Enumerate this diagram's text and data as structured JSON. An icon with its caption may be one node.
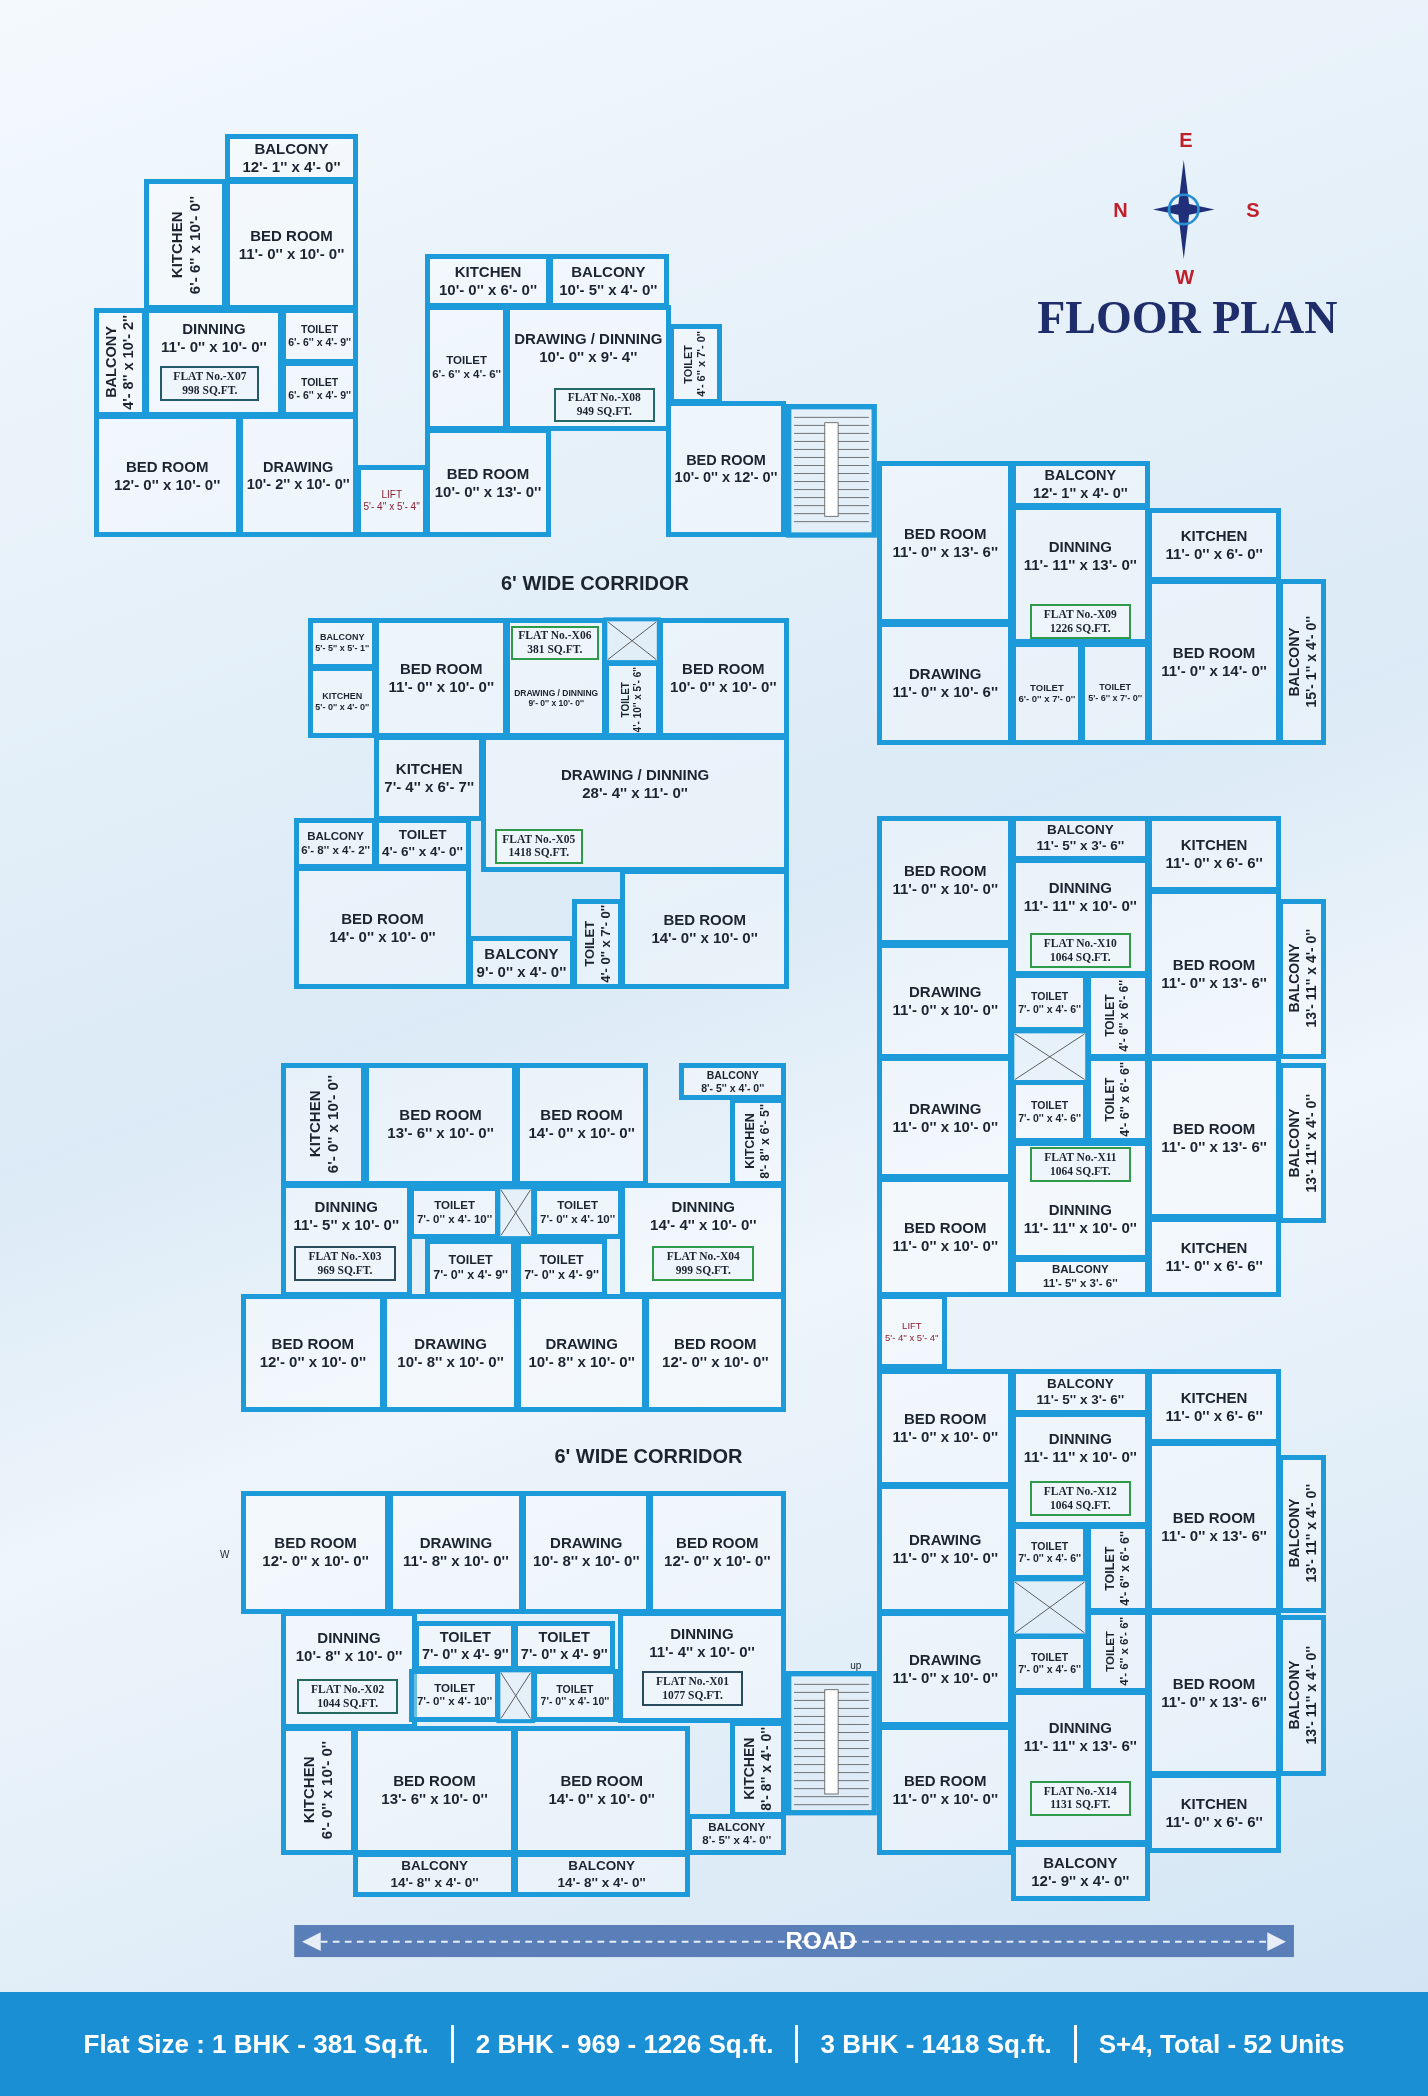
{
  "diagram": {
    "title": "FLOOR PLAN",
    "nodes": [
      {
        "text": [
          "BALCONY",
          "12'- 1'' x 4'- 0''"
        ]
      },
      {
        "text": [
          "KITCHEN",
          "6'- 6'' x 10'- 0''"
        ]
      },
      {
        "text": [
          "BED ROOM",
          "11'- 0'' x 10'- 0''"
        ]
      },
      {
        "text": [
          "BALCONY",
          "4'- 8'' x 10'- 2''"
        ]
      },
      {
        "text": [
          "DINNING",
          "11'- 0'' x 10'- 0''"
        ]
      },
      {
        "text": [
          "FLAT No.-X07",
          "998 SQ.FT."
        ],
        "in": 4
      },
      {
        "text": [
          "TOILET",
          "6'- 6'' x 4'- 9''"
        ]
      },
      {
        "text": [
          "TOILET",
          "6'- 6'' x 4'- 9''"
        ]
      },
      {
        "text": [
          "BED ROOM",
          "12'- 0'' x 10'- 0''"
        ]
      },
      {
        "text": [
          "DRAWING",
          "10'- 2'' x 10'- 0''"
        ]
      },
      {
        "text": [
          "LIFT",
          "5'- 4'' x 5'- 4''"
        ]
      },
      {
        "text": [
          "KITCHEN",
          "10'- 0'' x 6'- 0''"
        ]
      },
      {
        "text": [
          "BALCONY",
          "10'- 5'' x 4'- 0''"
        ]
      },
      {
        "text": [
          "TOILET",
          "6'- 6'' x 4'- 6''"
        ]
      },
      {
        "text": [
          "DRAWING / DINNING",
          "10'- 0'' x 9'- 4''"
        ]
      },
      {
        "text": [
          "FLAT No.-X08",
          "949 SQ.FT."
        ],
        "in": 14
      },
      {
        "text": [
          "TOILET",
          "4'- 6'' x 7'- 0''"
        ]
      },
      {
        "text": [
          "BED ROOM",
          "10'- 0'' x 13'- 0''"
        ]
      },
      {
        "text": [
          "BED ROOM",
          "10'- 0'' x 12'- 0''"
        ]
      },
      {
        "text": [
          "BALCONY",
          "5'- 5'' x 5'- 1''"
        ]
      },
      {
        "text": [
          "KITCHEN",
          "5'- 0'' x 4'- 0''"
        ]
      },
      {
        "text": [
          "BED ROOM",
          "11'- 0'' x 10'- 0''"
        ]
      },
      {
        "text": [
          "DRAWING / DINNING",
          "9'- 0'' x 10'- 0''"
        ]
      },
      {
        "text": [
          "FLAT No.-X06",
          "381 SQ.FT."
        ],
        "in": 22
      },
      {
        "text": [
          "TOILET",
          "4'- 10'' x 5'- 6''"
        ]
      },
      {
        "text": [
          "BED ROOM",
          "10'- 0'' x 10'- 0''"
        ]
      },
      {
        "text": [
          "KITCHEN",
          "7'- 4'' x 6'- 7''"
        ]
      },
      {
        "text": [
          "DRAWING / DINNING",
          "28'- 4'' x 11'- 0''"
        ]
      },
      {
        "text": [
          "FLAT No.-X05",
          "1418 SQ.FT."
        ],
        "in": 27
      },
      {
        "text": [
          "BALCONY",
          "6'- 8'' x 4'- 2''"
        ]
      },
      {
        "text": [
          "TOILET",
          "4'- 6'' x 4'- 0''"
        ]
      },
      {
        "text": [
          "BED ROOM",
          "14'- 0'' x 10'- 0''"
        ]
      },
      {
        "text": [
          "BALCONY",
          "9'- 0'' x 4'- 0''"
        ]
      },
      {
        "text": [
          "TOILET",
          "4'- 0'' x 7'- 0''"
        ]
      },
      {
        "text": [
          "BED ROOM",
          "14'- 0'' x 10'- 0''"
        ]
      },
      {
        "text": [
          "KITCHEN",
          "6'- 0'' x 10'- 0''"
        ]
      },
      {
        "text": [
          "BED ROOM",
          "13'- 6'' x 10'- 0''"
        ]
      },
      {
        "text": [
          "BED ROOM",
          "14'- 0'' x 10'- 0''"
        ]
      },
      {
        "text": [
          "BALCONY",
          "8'- 5'' x 4'- 0''"
        ]
      },
      {
        "text": [
          "KITCHEN",
          "8'- 8'' x 6'- 5''"
        ]
      },
      {
        "text": [
          "DINNING",
          "11'- 5'' x 10'- 0''"
        ]
      },
      {
        "text": [
          "FLAT No.-X03",
          "969 SQ.FT."
        ],
        "in": 40
      },
      {
        "text": [
          "TOILET",
          "7'- 0'' x 4'- 10''"
        ]
      },
      {
        "text": [
          "TOILET",
          "7'- 0'' x 4'- 9''"
        ]
      },
      {
        "text": [
          "TOILET",
          "7'- 0'' x 4'- 10''"
        ]
      },
      {
        "text": [
          "TOILET",
          "7'- 0'' x 4'- 9''"
        ]
      },
      {
        "text": [
          "DINNING",
          "14'- 4'' x 10'- 0''"
        ]
      },
      {
        "text": [
          "FLAT No.-X04",
          "999 SQ.FT."
        ],
        "in": 46
      },
      {
        "text": [
          "BED ROOM",
          "12'- 0'' x 10'- 0''"
        ]
      },
      {
        "text": [
          "DRAWING",
          "10'- 8'' x 10'- 0''"
        ]
      },
      {
        "text": [
          "DRAWING",
          "10'- 8'' x 10'- 0''"
        ]
      },
      {
        "text": [
          "BED ROOM",
          "12'- 0'' x 10'- 0''"
        ]
      },
      {
        "text": [
          "BED ROOM",
          "12'- 0'' x 10'- 0''"
        ]
      },
      {
        "text": [
          "DRAWING",
          "11'- 8'' x 10'- 0''"
        ]
      },
      {
        "text": [
          "DRAWING",
          "10'- 8'' x 10'- 0''"
        ]
      },
      {
        "text": [
          "BED ROOM",
          "12'- 0'' x 10'- 0''"
        ]
      },
      {
        "text": [
          "DINNING",
          "10'- 8'' x 10'- 0''"
        ]
      },
      {
        "text": [
          "FLAT No.-X02",
          "1044 SQ.FT."
        ],
        "in": 56
      },
      {
        "text": [
          "TOILET",
          "7'- 0'' x 4'- 9''"
        ]
      },
      {
        "text": [
          "TOILET",
          "7'- 0'' x 4'- 9''"
        ]
      },
      {
        "text": [
          "DINNING",
          "11'- 4'' x 10'- 0''"
        ]
      },
      {
        "text": [
          "FLAT No.-X01",
          "1077 SQ.FT."
        ],
        "in": 60
      },
      {
        "text": [
          "TOILET",
          "7'- 0'' x 4'- 10''"
        ]
      },
      {
        "text": [
          "TOILET",
          "7'- 0'' x 4'- 10''"
        ]
      },
      {
        "text": [
          "KITCHEN",
          "8'- 8'' x 4'- 0''"
        ]
      },
      {
        "text": [
          "KITCHEN",
          "6'- 0'' x 10'- 0''"
        ]
      },
      {
        "text": [
          "BED ROOM",
          "13'- 6'' x 10'- 0''"
        ]
      },
      {
        "text": [
          "BED ROOM",
          "14'- 0'' x 10'- 0''"
        ]
      },
      {
        "text": [
          "BALCONY",
          "8'- 5'' x 4'- 0''"
        ]
      },
      {
        "text": [
          "BALCONY",
          "14'- 8'' x 4'- 0''"
        ]
      },
      {
        "text": [
          "BALCONY",
          "14'- 8'' x 4'- 0''"
        ]
      },
      {
        "text": [
          "BED ROOM",
          "11'- 0'' x 13'- 6''"
        ]
      },
      {
        "text": [
          "BALCONY",
          "12'- 1'' x 4'- 0''"
        ]
      },
      {
        "text": [
          "DINNING",
          "11'- 11'' x 13'- 0''"
        ]
      },
      {
        "text": [
          "FLAT No.-X09",
          "1226 SQ.FT."
        ],
        "in": 73
      },
      {
        "text": [
          "KITCHEN",
          "11'- 0'' x 6'- 0''"
        ]
      },
      {
        "text": [
          "BED ROOM",
          "11'- 0'' x 14'- 0''"
        ]
      },
      {
        "text": [
          "BALCONY",
          "15'- 1'' x 4'- 0''"
        ]
      },
      {
        "text": [
          "DRAWING",
          "11'- 0'' x 10'- 6''"
        ]
      },
      {
        "text": [
          "TOILET",
          "6'- 0'' x 7'- 0''"
        ]
      },
      {
        "text": [
          "TOILET",
          "5'- 6'' x 7'- 0''"
        ]
      },
      {
        "text": [
          "BED ROOM",
          "11'- 0'' x 10'- 0''"
        ]
      },
      {
        "text": [
          "BALCONY",
          "11'- 5'' x 3'- 6''"
        ]
      },
      {
        "text": [
          "KITCHEN",
          "11'- 0'' x 6'- 6''"
        ]
      },
      {
        "text": [
          "DINNING",
          "11'- 11'' x 10'- 0''"
        ]
      },
      {
        "text": [
          "FLAT No.-X10",
          "1064 SQ.FT."
        ],
        "in": 84
      },
      {
        "text": [
          "BED ROOM",
          "11'- 0'' x 13'- 6''"
        ]
      },
      {
        "text": [
          "BALCONY",
          "13'- 11'' x 4'- 0''"
        ]
      },
      {
        "text": [
          "DRAWING",
          "11'- 0'' x 10'- 0''"
        ]
      },
      {
        "text": [
          "TOILET",
          "7'- 0'' x 4'- 6''"
        ]
      },
      {
        "text": [
          "TOILET",
          "4'- 6'' x 6'- 6''"
        ]
      },
      {
        "text": [
          "DRAWING",
          "11'- 0'' x 10'- 0''"
        ]
      },
      {
        "text": [
          "TOILET",
          "7'- 0'' x 4'- 6''"
        ]
      },
      {
        "text": [
          "TOILET",
          "4'- 6'' x 6'- 6''"
        ]
      },
      {
        "text": [
          "BED ROOM",
          "11'- 0'' x 13'- 6''"
        ]
      },
      {
        "text": [
          "BALCONY",
          "13'- 11'' x 4'- 0''"
        ]
      },
      {
        "text": [
          "DINNING",
          "11'- 11'' x 10'- 0''"
        ]
      },
      {
        "text": [
          "FLAT No.-X11",
          "1064 SQ.FT."
        ],
        "in": 96
      },
      {
        "text": [
          "BED ROOM",
          "11'- 0'' x 10'- 0''"
        ]
      },
      {
        "text": [
          "KITCHEN",
          "11'- 0'' x 6'- 6''"
        ]
      },
      {
        "text": [
          "BALCONY",
          "11'- 5'' x 3'- 6''"
        ]
      },
      {
        "text": [
          "LIFT",
          "5'- 4'' x 5'- 4''"
        ]
      },
      {
        "text": [
          "BED ROOM",
          "11'- 0'' x 10'- 0''"
        ]
      },
      {
        "text": [
          "BALCONY",
          "11'- 5'' x 3'- 6''"
        ]
      },
      {
        "text": [
          "KITCHEN",
          "11'- 0'' x 6'- 6''"
        ]
      },
      {
        "text": [
          "DINNING",
          "11'- 11'' x 10'- 0''"
        ]
      },
      {
        "text": [
          "FLAT No.-X12",
          "1064 SQ.FT."
        ],
        "in": 105
      },
      {
        "text": [
          "BED ROOM",
          "11'- 0'' x 13'- 6''"
        ]
      },
      {
        "text": [
          "BALCONY",
          "13'- 11'' x 4'- 0''"
        ]
      },
      {
        "text": [
          "DRAWING",
          "11'- 0'' x 10'- 0''"
        ]
      },
      {
        "text": [
          "TOILET",
          "7'- 0'' x 4'- 6''"
        ]
      },
      {
        "text": [
          "TOILET",
          "4'- 6'' x 6'- 6''"
        ]
      },
      {
        "text": [
          "DRAWING",
          "11'- 0'' x 10'- 0''"
        ]
      },
      {
        "text": [
          "TOILET",
          "7'- 0'' x 4'- 6''"
        ]
      },
      {
        "text": [
          "TOILET",
          "4'- 6'' x 6'- 6''"
        ]
      },
      {
        "text": [
          "BED ROOM",
          "11'- 0'' x 13'- 6''"
        ]
      },
      {
        "text": [
          "BALCONY",
          "13'- 11'' x 4'- 0''"
        ]
      },
      {
        "text": [
          "DINNING",
          "11'- 11'' x 13'- 6''"
        ]
      },
      {
        "text": [
          "FLAT No.-X14",
          "1131 SQ.FT."
        ],
        "in": 117
      },
      {
        "text": [
          "BED ROOM",
          "11'- 0'' x 10'- 0''"
        ]
      },
      {
        "text": [
          "KITCHEN",
          "11'- 0'' x 6'- 6''"
        ]
      },
      {
        "text": [
          "BALCONY",
          "12'- 9'' x 4'- 0''"
        ]
      }
    ],
    "labels": [
      "E",
      "N",
      "S",
      "W",
      "6' WIDE CORRIDOR",
      "6' WIDE CORRIDOR",
      "W",
      "up",
      "ROAD",
      "Flat Size : 1 BHK - 381 Sq.ft.",
      "2 BHK - 969 - 1226 Sq.ft.",
      "3 BHK - 1418 Sq.ft.",
      "S+4, Total - 52 Units"
    ]
  }
}
